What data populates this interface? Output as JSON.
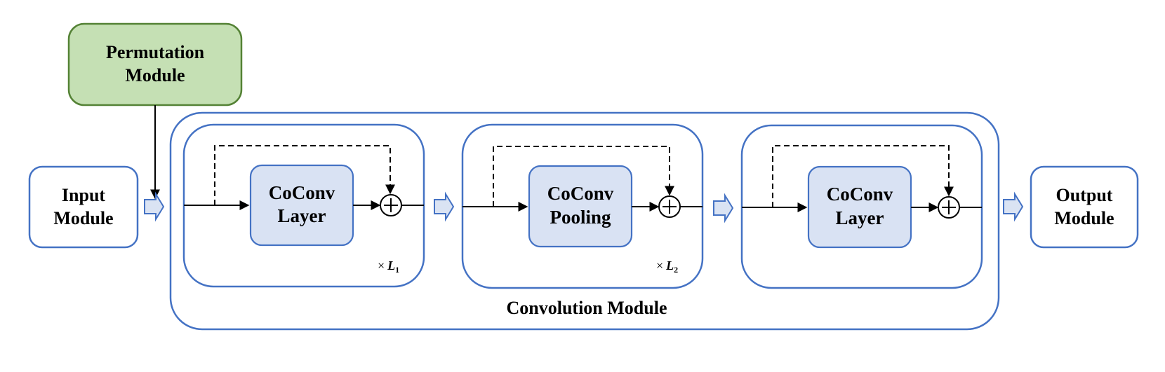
{
  "permutation_module": {
    "line1": "Permutation",
    "line2": "Module"
  },
  "input_module": {
    "line1": "Input",
    "line2": "Module"
  },
  "output_module": {
    "line1": "Output",
    "line2": "Module"
  },
  "convolution_module": {
    "label": "Convolution Module"
  },
  "blocks": [
    {
      "line1": "CoConv",
      "line2": "Layer",
      "repeat_symbol": "×",
      "repeat_var": "L",
      "repeat_sub": "1"
    },
    {
      "line1": "CoConv",
      "line2": "Pooling",
      "repeat_symbol": "×",
      "repeat_var": "L",
      "repeat_sub": "2"
    },
    {
      "line1": "CoConv",
      "line2": "Layer"
    }
  ],
  "add_symbol": "+",
  "colors": {
    "blue_stroke": "#4472C4",
    "inner_fill": "#D9E2F3",
    "green_fill": "#C5E0B4",
    "green_stroke": "#548235",
    "arrow_fill": "#DAE3F3"
  }
}
